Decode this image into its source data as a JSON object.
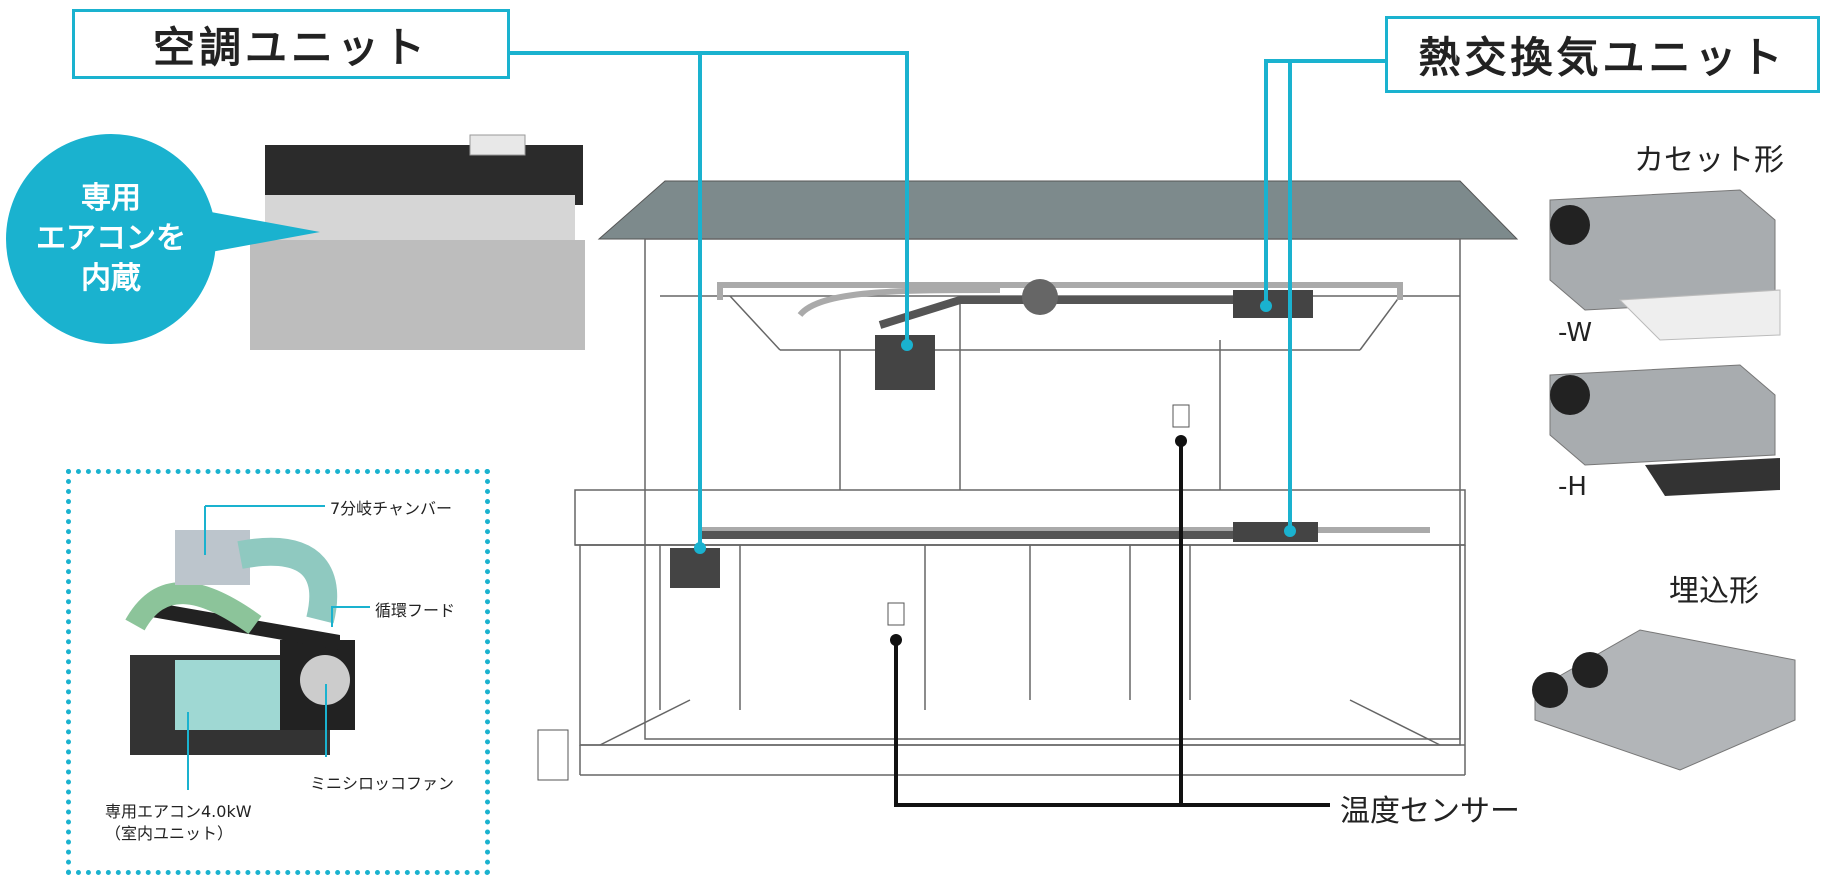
{
  "titles": {
    "ac_unit": "空調ユニット",
    "erv_unit": "熱交換気ユニット"
  },
  "bubble": {
    "line1": "専用",
    "line2": "エアコンを",
    "line3": "内蔵"
  },
  "detail": {
    "chamber": "7分岐チャンバー",
    "hood": "循環フード",
    "fan": "ミニシロッコファン",
    "aircon_line1": "専用エアコン4.0kW",
    "aircon_line2": "（室内ユニット）"
  },
  "erv_types": {
    "cassette": "カセット形",
    "cassette_w": "-W",
    "cassette_h": "-H",
    "embedded": "埋込形"
  },
  "sensor_label": "温度センサー",
  "colors": {
    "accent": "#1ab2cf",
    "roof": "#7d8a8c"
  }
}
